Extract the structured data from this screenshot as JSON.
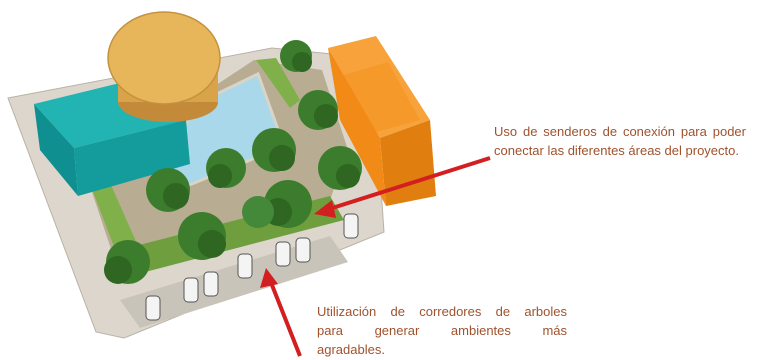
{
  "annotations": {
    "paths": {
      "line1": "Uso de senderos de conexión para",
      "line2": "poder conectar las diferentes áreas del",
      "line3": "proyecto."
    },
    "corridors": {
      "line1": "Utilización de corredores de arboles",
      "line2": "para generar ambientes más",
      "line3": "agradables."
    }
  },
  "colors": {
    "text": "#a0522d",
    "arrow": "#d31f1f",
    "teal_building": "#16a8a8",
    "orange_building": "#f7941d",
    "round_roof": "#e8b65a",
    "pool": "#a8d8ea",
    "grass": "#7fb04a",
    "paving": "#b8ad92"
  },
  "icons": [
    "tree-icon",
    "car-icon",
    "arrow-icon"
  ]
}
